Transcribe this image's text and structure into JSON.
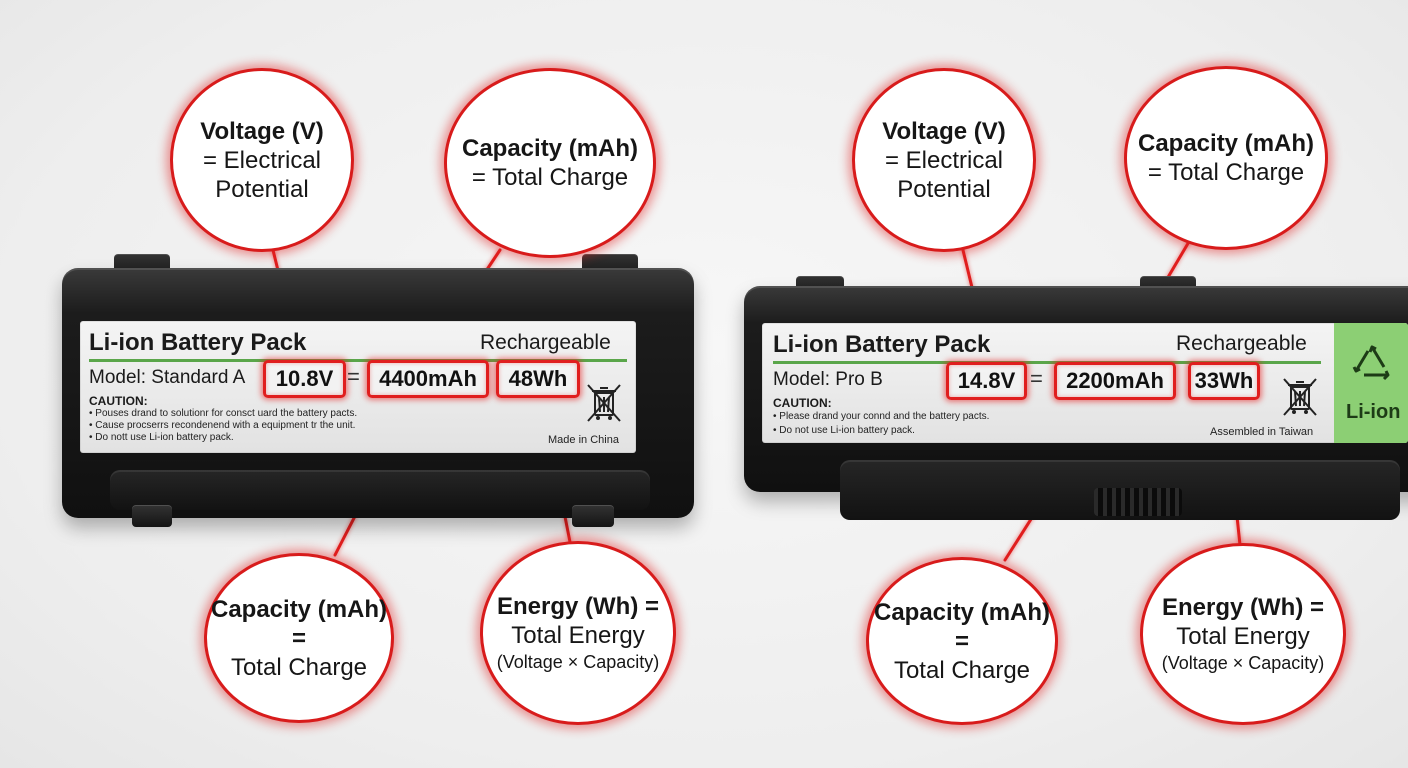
{
  "batteries": [
    {
      "title": "Li-ion Battery Pack",
      "rechargeable": "Rechargeable",
      "model": "Model: Standard A",
      "voltage": "10.8V",
      "separator": "=",
      "capacity": "4400mAh",
      "energy": "48Wh",
      "caution": "CAUTION:",
      "notes": [
        "• Pouses drand to solutionr for consct uard the battery pacts.",
        "• Cause procserrs recondenend with a equipment tr the unit.",
        "• Do nott use Li-ion battery pack."
      ],
      "origin": "Made in China"
    },
    {
      "title": "Li-ion Battery Pack",
      "rechargeable": "Rechargeable",
      "model": "Model: Pro B",
      "voltage": "14.8V",
      "separator": "=",
      "capacity": "2200mAh",
      "energy": "33Wh",
      "caution": "CAUTION:",
      "notes": [
        "• Please drand your connd and the battery pacts.",
        "• Do not use Li-ion battery pack."
      ],
      "origin": "Assembled in Taiwan",
      "recycle_label": "Li-ion"
    }
  ],
  "callouts": {
    "voltage": {
      "heading": "Voltage (V)",
      "line1": "= Electrical",
      "line2": "Potential"
    },
    "capacity_top": {
      "heading": "Capacity (mAh)",
      "line1": "= Total Charge"
    },
    "capacity_bottom": {
      "heading": "Capacity (mAh)",
      "line1": "=",
      "line2": "Total Charge"
    },
    "energy": {
      "heading": "Energy (Wh) =",
      "line1": "Total Energy",
      "line2": "(Voltage × Capacity)"
    }
  },
  "colors": {
    "accent_red": "#d81b1b",
    "label_green": "#5aa64a",
    "recycle_green": "#8ccf74",
    "battery_black": "#161616"
  },
  "icons": [
    "crossed-bin-icon",
    "recycle-icon"
  ]
}
